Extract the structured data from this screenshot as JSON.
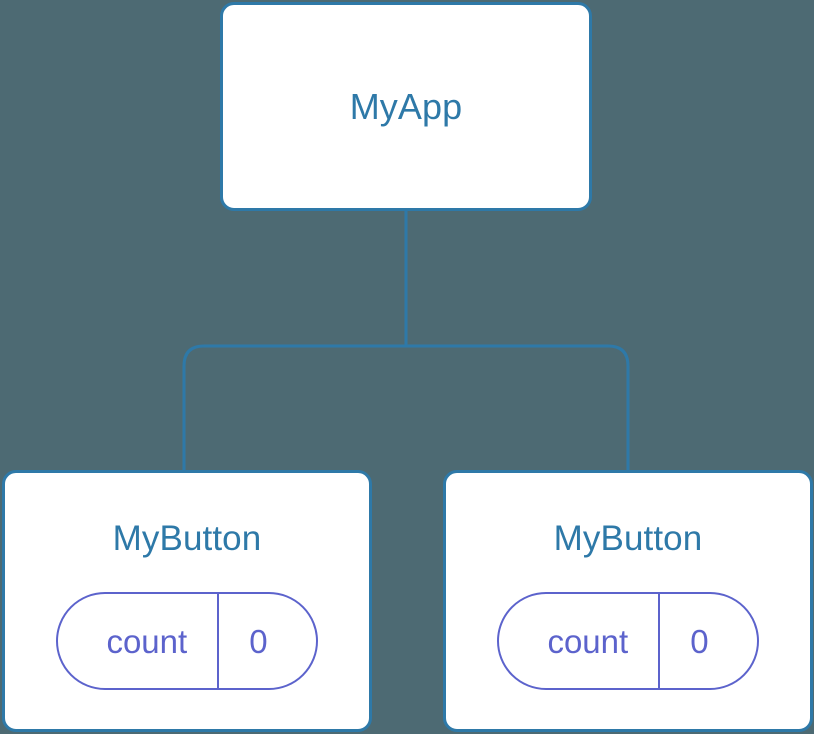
{
  "diagram": {
    "type": "component-tree",
    "background_color": "#4d6a73",
    "node_border_color": "#2e79a8",
    "node_fill_color": "#ffffff",
    "node_label_color": "#2e79a8",
    "connector_color": "#2e79a8",
    "state_pill_color": "#5c63cc"
  },
  "root": {
    "label": "MyApp"
  },
  "children": [
    {
      "label": "MyButton",
      "state": {
        "key": "count",
        "value": "0"
      }
    },
    {
      "label": "MyButton",
      "state": {
        "key": "count",
        "value": "0"
      }
    }
  ]
}
